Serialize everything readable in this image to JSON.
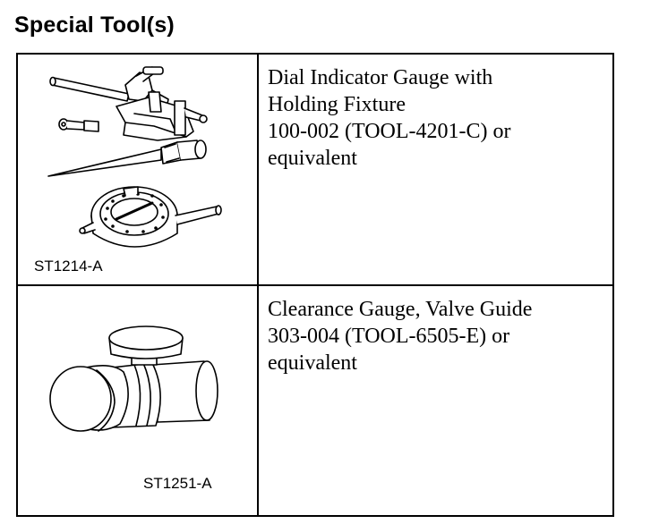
{
  "heading": "Special Tool(s)",
  "tools": [
    {
      "code": "ST1214-A",
      "icon": "dial-indicator-gauge-illustration",
      "lines": [
        "Dial Indicator Gauge with",
        "Holding Fixture",
        "100-002 (TOOL-4201-C) or",
        "equivalent"
      ]
    },
    {
      "code": "ST1251-A",
      "icon": "valve-guide-clearance-gauge-illustration",
      "lines": [
        "Clearance Gauge, Valve Guide",
        "303-004 (TOOL-6505-E) or",
        "equivalent"
      ]
    }
  ]
}
